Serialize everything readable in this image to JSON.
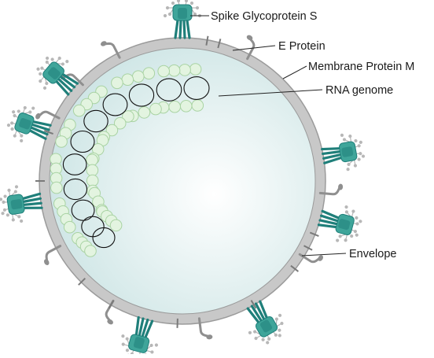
{
  "labels": {
    "spike": "Spike Glycoprotein S",
    "e_protein": "E Protein",
    "membrane_protein": "Membrane Protein M",
    "rna": "RNA genome",
    "envelope": "Envelope"
  },
  "colors": {
    "background": "#ffffff",
    "envelope_fill": "#c8c8c8",
    "envelope_stroke": "#9b9b9b",
    "interior_center": "#ffffff",
    "interior_edge": "#cfe6e6",
    "spike_dark": "#1f7f7a",
    "spike_light": "#3fa59a",
    "glycan": "#b7b7b7",
    "m_protein": "#8f8f8f",
    "nucleocapsid_fill": "#e3f4e0",
    "nucleocapsid_stroke": "#a9d3a3",
    "rna_line": "#111111",
    "leader_line": "#222222"
  },
  "icons": {
    "spike": "spike-glycoprotein-icon",
    "membrane_protein": "membrane-protein-icon",
    "e_protein": "e-protein-icon"
  }
}
